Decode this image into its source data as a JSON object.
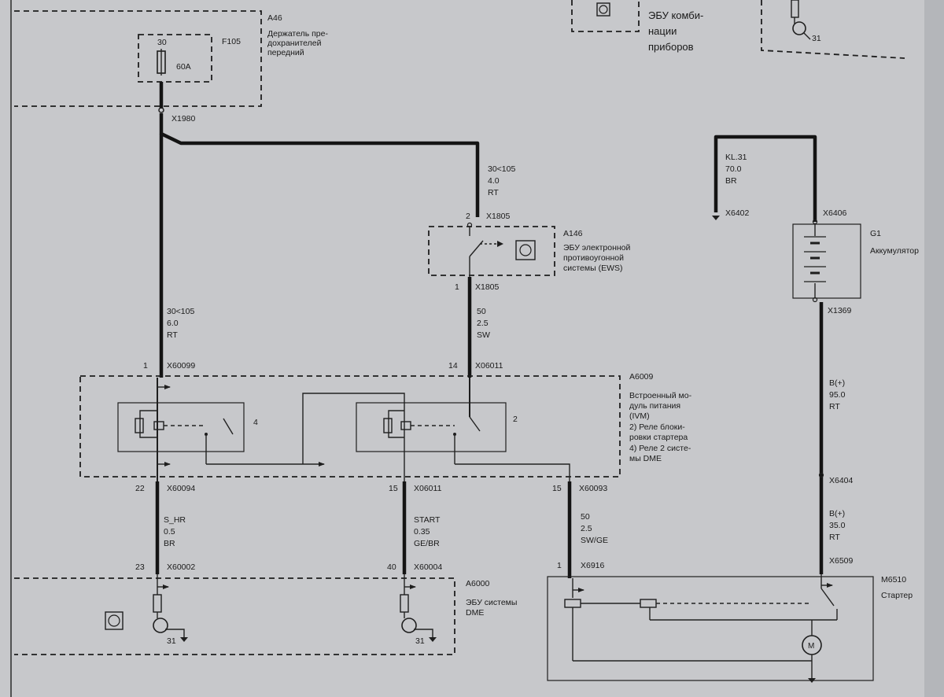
{
  "colors": {
    "paper": "#c7c8cb",
    "ink": "#1a1a1a"
  },
  "modules": {
    "a46": {
      "id": "A46",
      "name_lines": [
        "Держатель пре-",
        "дохранителей",
        "передний"
      ]
    },
    "f105": {
      "id": "F105",
      "pin": "30",
      "rating": "60A"
    },
    "cluster": {
      "name_lines": [
        "ЭБУ комби-",
        "нации",
        "приборов"
      ],
      "ground_pin": "31"
    },
    "a146": {
      "id": "A146",
      "name_lines": [
        "ЭБУ электронной",
        "противоугонной",
        "системы (EWS)"
      ]
    },
    "a6009": {
      "id": "A6009",
      "name_lines": [
        "Встроенный мо-",
        "дуль питания",
        "(IVM)",
        "2) Реле блоки-",
        "ровки стартера",
        "4) Реле 2 систе-",
        "мы DME"
      ],
      "relay_left": "4",
      "relay_right": "2"
    },
    "a6000": {
      "id": "A6000",
      "name_lines": [
        "ЭБУ системы",
        "DME"
      ],
      "ground_pin": "31"
    },
    "g1": {
      "id": "G1",
      "name": "Аккумулятор"
    },
    "m6510": {
      "id": "M6510",
      "name": "Стартер",
      "motor_label": "M"
    }
  },
  "connectors": {
    "x1980": "X1980",
    "x1805_top": {
      "pin": "2",
      "id": "X1805"
    },
    "x1805_bottom": {
      "pin": "1",
      "id": "X1805"
    },
    "x60099": {
      "pin": "1",
      "id": "X60099"
    },
    "x06011_top": {
      "pin": "14",
      "id": "X06011"
    },
    "x60094": {
      "pin": "22",
      "id": "X60094"
    },
    "x06011_bottom": {
      "pin": "15",
      "id": "X06011"
    },
    "x60093": {
      "pin": "15",
      "id": "X60093"
    },
    "x60002": {
      "pin": "23",
      "id": "X60002"
    },
    "x60004": {
      "pin": "40",
      "id": "X60004"
    },
    "x6916": {
      "pin": "1",
      "id": "X6916"
    },
    "x6402": "X6402",
    "x6406": "X6406",
    "x1369": "X1369",
    "x6404": "X6404",
    "x6509": "X6509"
  },
  "wires": {
    "w_30_40": [
      "30<105",
      "4.0",
      "RT"
    ],
    "w_30_60": [
      "30<105",
      "6.0",
      "RT"
    ],
    "w_50_sw": [
      "50",
      "2.5",
      "SW"
    ],
    "w_shr": [
      "S_HR",
      "0.5",
      "BR"
    ],
    "w_start": [
      "START",
      "0.35",
      "GE/BR"
    ],
    "w_50_swge": [
      "50",
      "2.5",
      "SW/GE"
    ],
    "w_kl31": [
      "KL.31",
      "70.0",
      "BR"
    ],
    "w_b95": [
      "B(+)",
      "95.0",
      "RT"
    ],
    "w_b35": [
      "B(+)",
      "35.0",
      "RT"
    ]
  }
}
